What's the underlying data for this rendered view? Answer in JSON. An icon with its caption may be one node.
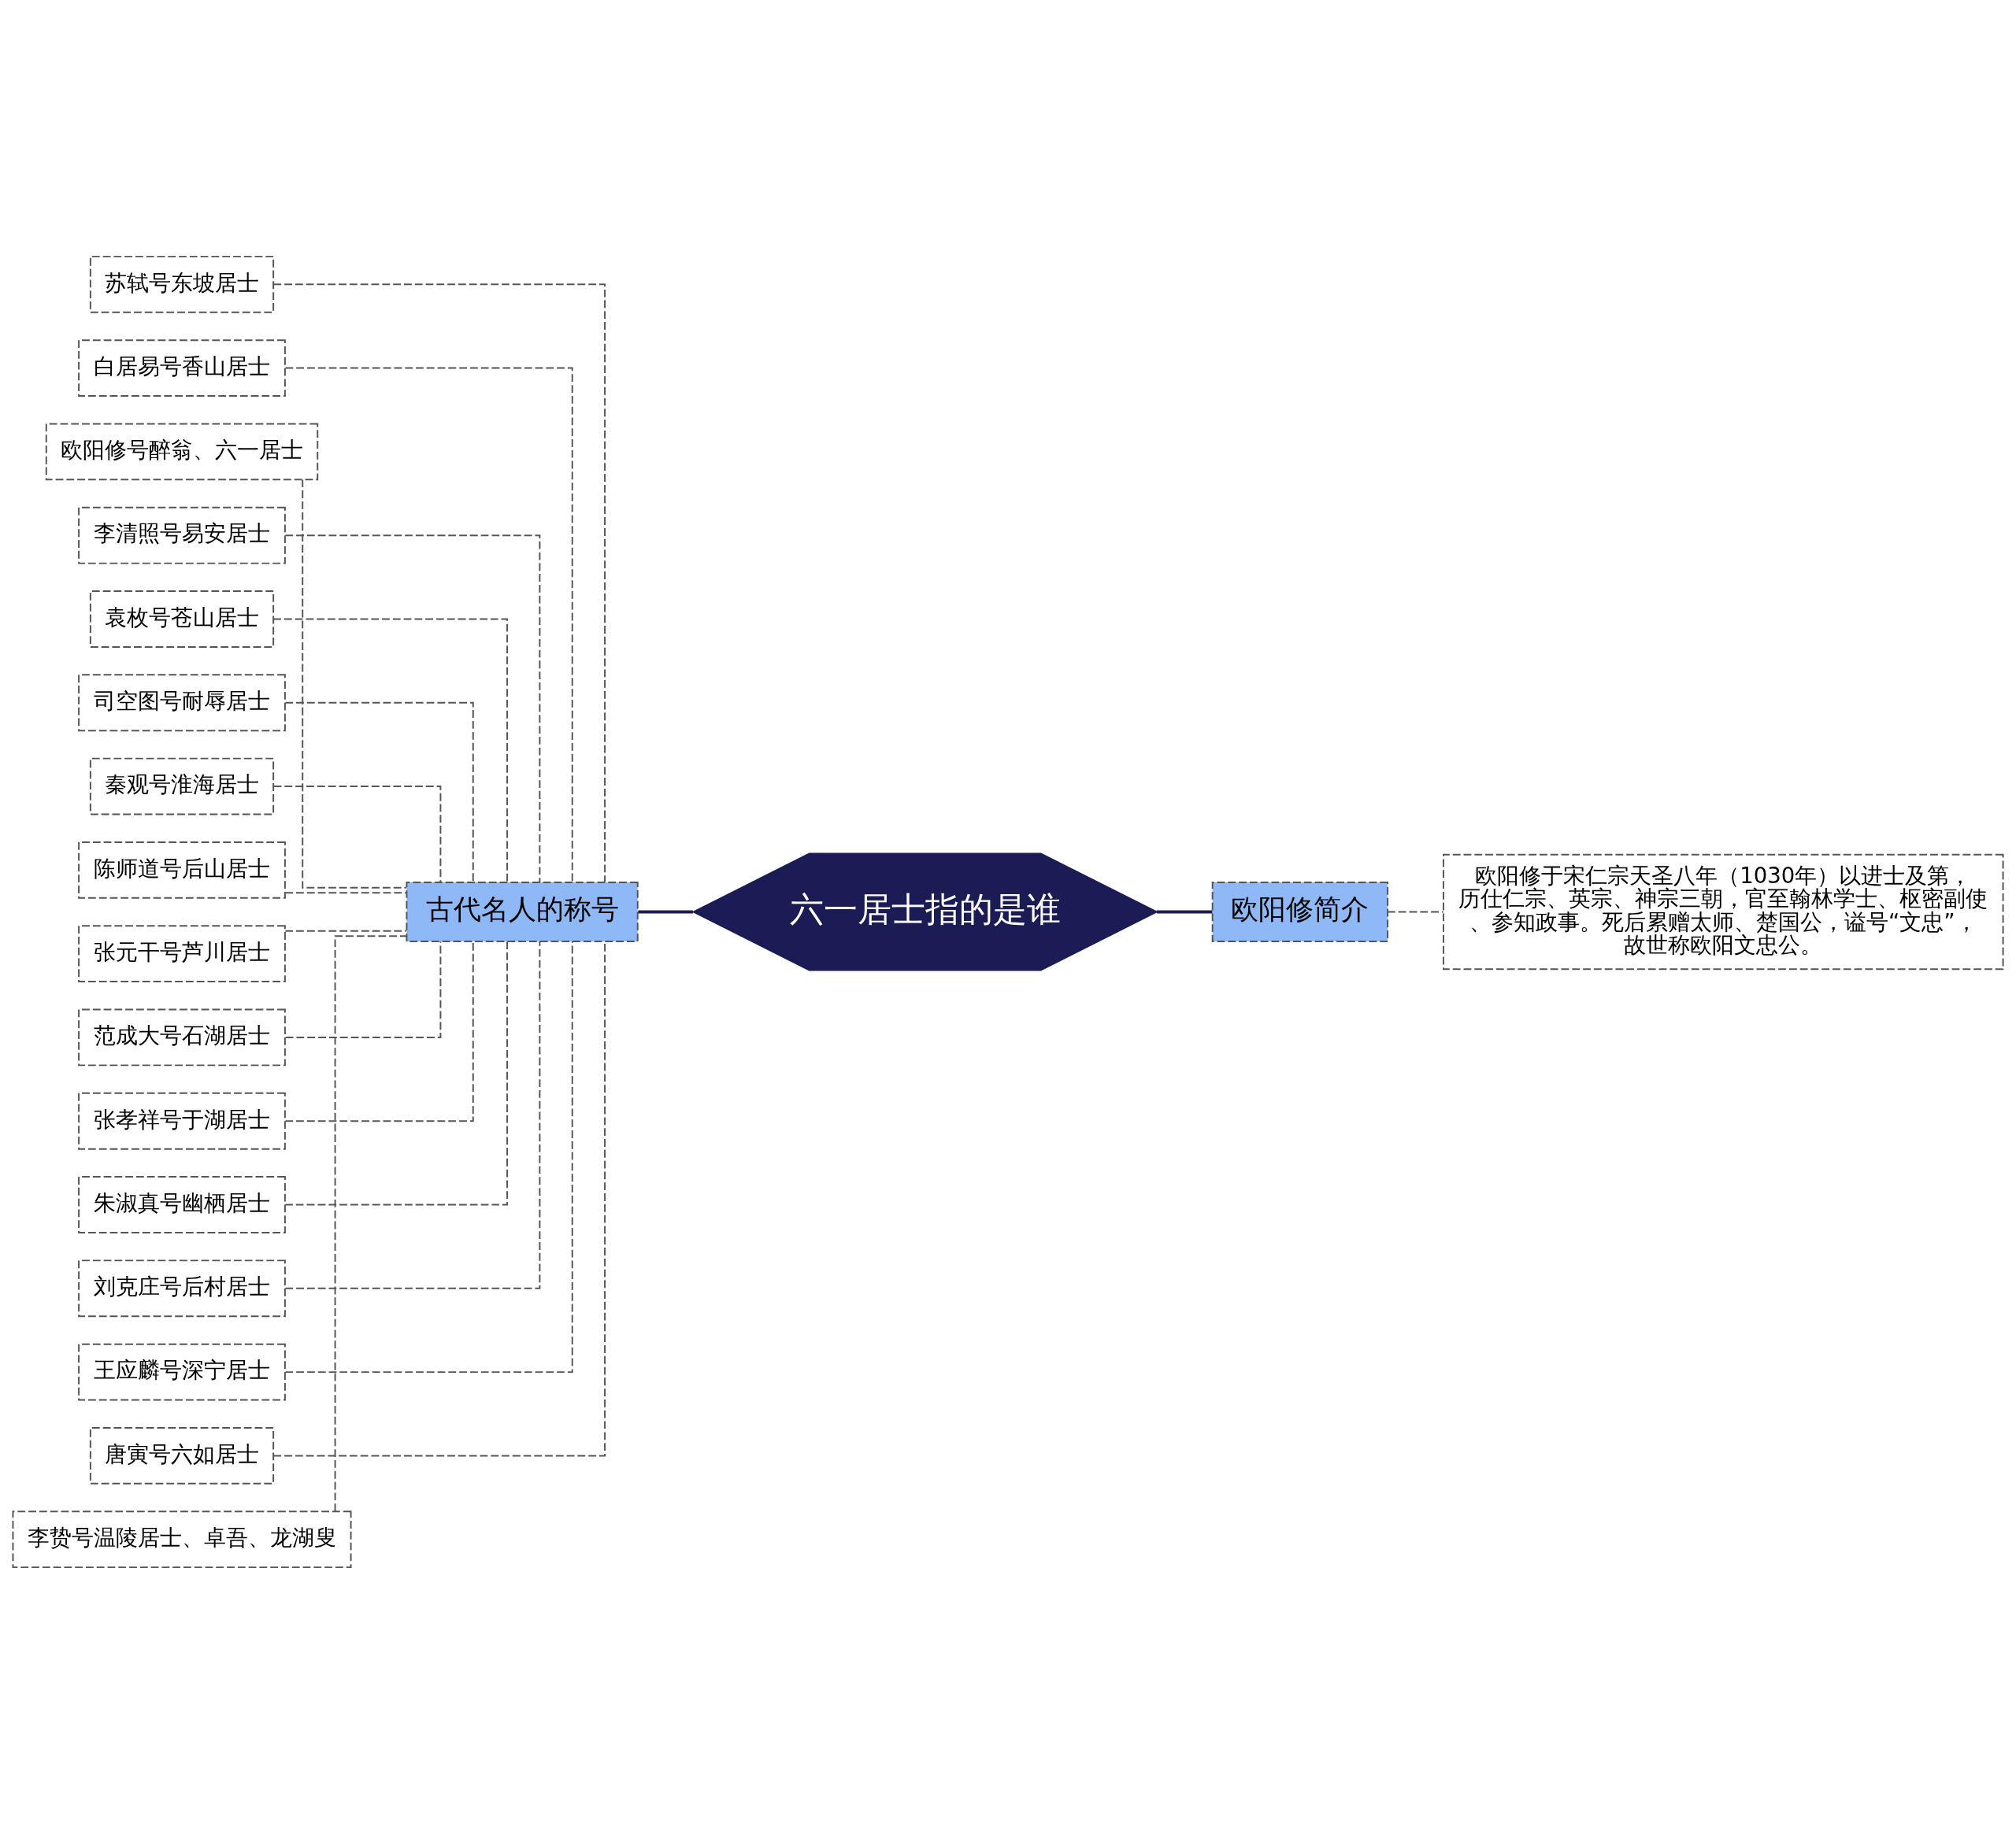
{
  "diagram": {
    "nodes": [
      {
        "text": [
          "六一居士指的是谁"
        ]
      },
      {
        "text": [
          "古代名人的称号"
        ]
      },
      {
        "text": [
          "苏轼号东坡居士"
        ]
      },
      {
        "text": [
          "白居易号香山居士"
        ]
      },
      {
        "text": [
          "欧阳修号醉翁、六一居士"
        ]
      },
      {
        "text": [
          "李清照号易安居士"
        ]
      },
      {
        "text": [
          "袁枚号苍山居士"
        ]
      },
      {
        "text": [
          "司空图号耐辱居士"
        ]
      },
      {
        "text": [
          "秦观号淮海居士"
        ]
      },
      {
        "text": [
          "陈师道号后山居士"
        ]
      },
      {
        "text": [
          "张元干号芦川居士"
        ]
      },
      {
        "text": [
          "范成大号石湖居士"
        ]
      },
      {
        "text": [
          "张孝祥号于湖居士"
        ]
      },
      {
        "text": [
          "朱淑真号幽栖居士"
        ]
      },
      {
        "text": [
          "刘克庄号后村居士"
        ]
      },
      {
        "text": [
          "王应麟号深宁居士"
        ]
      },
      {
        "text": [
          "唐寅号六如居士"
        ]
      },
      {
        "text": [
          "李贽号温陵居士、卓吾、龙湖叟"
        ]
      },
      {
        "text": [
          "欧阳修简介"
        ]
      },
      {
        "text": [
          "欧阳修于宋仁宗天圣八年（1030年）以进士及第，历仕仁宗、英宗、神宗三朝，官至翰林学士、枢密副使、参知政事。死后累赠太师、楚国公，谥号“文忠”，故世称欧阳文忠公。"
        ]
      }
    ],
    "edges": [
      {
        "from": 0,
        "to": 1,
        "arrow": "none",
        "color": "#1b1b55"
      },
      {
        "from": 1,
        "to": 2,
        "arrow": "none",
        "style": "dashed"
      },
      {
        "from": 1,
        "to": 3,
        "arrow": "none",
        "style": "dashed"
      },
      {
        "from": 1,
        "to": 4,
        "arrow": "none",
        "style": "dashed"
      },
      {
        "from": 1,
        "to": 5,
        "arrow": "none",
        "style": "dashed"
      },
      {
        "from": 1,
        "to": 6,
        "arrow": "none",
        "style": "dashed"
      },
      {
        "from": 1,
        "to": 7,
        "arrow": "none",
        "style": "dashed"
      },
      {
        "from": 1,
        "to": 8,
        "arrow": "none",
        "style": "dashed"
      },
      {
        "from": 1,
        "to": 9,
        "arrow": "none",
        "style": "dashed"
      },
      {
        "from": 1,
        "to": 10,
        "arrow": "none",
        "style": "dashed"
      },
      {
        "from": 1,
        "to": 11,
        "arrow": "none",
        "style": "dashed"
      },
      {
        "from": 1,
        "to": 12,
        "arrow": "none",
        "style": "dashed"
      },
      {
        "from": 1,
        "to": 13,
        "arrow": "none",
        "style": "dashed"
      },
      {
        "from": 1,
        "to": 14,
        "arrow": "none",
        "style": "dashed"
      },
      {
        "from": 1,
        "to": 15,
        "arrow": "none",
        "style": "dashed"
      },
      {
        "from": 1,
        "to": 16,
        "arrow": "none",
        "style": "dashed"
      },
      {
        "from": 1,
        "to": 17,
        "arrow": "none",
        "style": "dashed"
      },
      {
        "from": 0,
        "to": 18,
        "arrow": "none",
        "color": "#1b1b55"
      },
      {
        "from": 18,
        "to": 19,
        "arrow": "none",
        "style": "dashed"
      }
    ]
  }
}
